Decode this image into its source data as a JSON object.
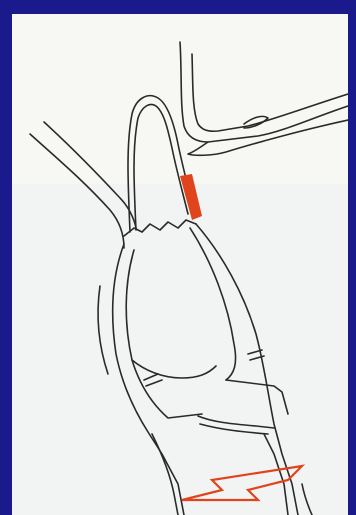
{
  "figure": {
    "description_items": [
      "tooth",
      "forceps",
      "probe",
      "fracture-line",
      "highlight-band",
      "direction-arrow"
    ],
    "colors": {
      "frame": "#1a1a8c",
      "panel": "#f7f7f4",
      "line": "#2a2a2a",
      "highlight": "#e0441c",
      "arrow": "#e0441c"
    }
  }
}
